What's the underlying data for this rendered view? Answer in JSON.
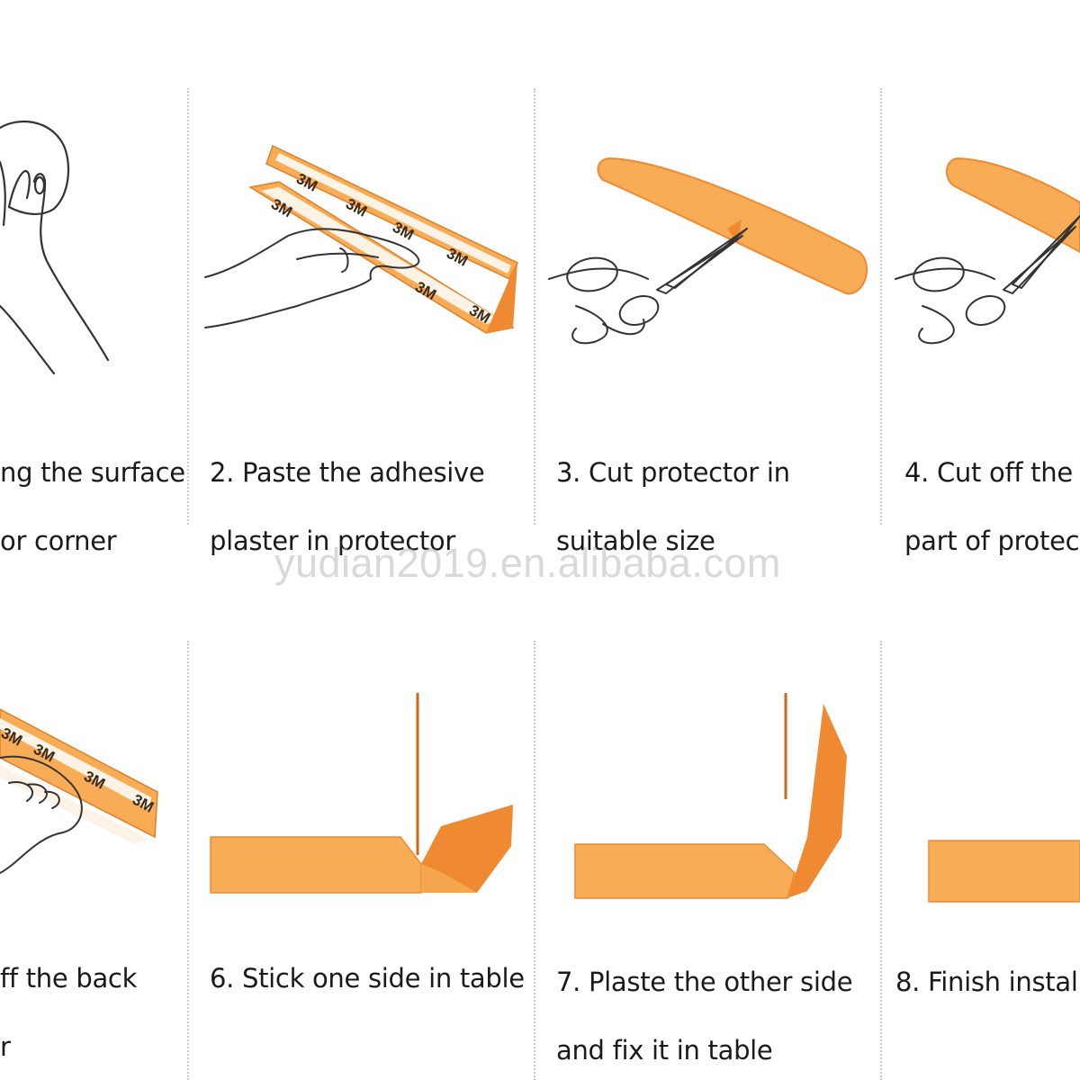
{
  "steps": [
    {
      "line1": "ng the surface",
      "line2": "or corner"
    },
    {
      "line1": "2. Paste the adhesive",
      "line2": "plaster in protector"
    },
    {
      "line1": "3. Cut protector in",
      "line2": "suitable size"
    },
    {
      "line1": "4. Cut off the",
      "line2": "part of protec"
    },
    {
      "line1": "ff the back",
      "line2": "r"
    },
    {
      "line1": "6. Stick one side in table",
      "line2": ""
    },
    {
      "line1": "7. Plaste the other side",
      "line2": "and fix it in table"
    },
    {
      "line1": "8. Finish instal",
      "line2": ""
    }
  ],
  "tape_label": "3M",
  "watermark": "yudian2019.en.alibaba.com",
  "colors": {
    "protector_orange": "#f7ac55",
    "protector_dark": "#ef8a32",
    "outline": "#333333",
    "tape_liner": "#fbf3e6",
    "divider": "#c9c9c9"
  }
}
